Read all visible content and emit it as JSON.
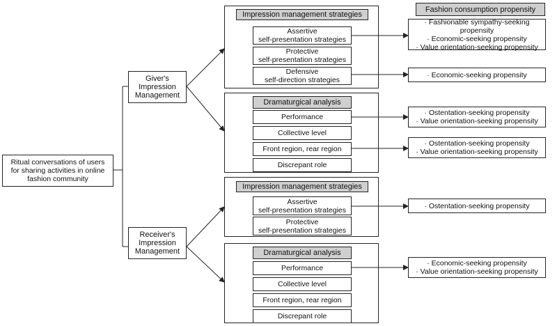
{
  "root": {
    "label": "Ritual conversations of users\nfor sharing activities in online\nfashion community"
  },
  "givers": {
    "label": "Giver's\nImpression\nManagement"
  },
  "receivers": {
    "label": "Receiver's\nImpression\nManagement"
  },
  "fashion_header": "Fashion consumption propensity",
  "g1": {
    "header": "Impression management strategies",
    "items": [
      "Assertive\nself-presentation strategies",
      "Protective\nself-presentation strategies",
      "Defensive\nself-direction strategies"
    ]
  },
  "g2": {
    "header": "Dramaturgical analysis",
    "items": [
      "Performance",
      "Collective level",
      "Front region, rear region",
      "Discrepant role"
    ]
  },
  "r1": {
    "header": "Impression management strategies",
    "items": [
      "Assertive\nself-presentation strategies",
      "Protective\nself-presentation strategies"
    ]
  },
  "r2": {
    "header": "Dramaturgical analysis",
    "items": [
      "Performance",
      "Collective level",
      "Front region, rear region",
      "Discrepant role"
    ]
  },
  "outcomes": [
    [
      "· Fashionable sympathy-seeking propensity",
      "· Economic-seeking propensity",
      "· Value orientation-seeking propensity"
    ],
    [
      "· Economic-seeking propensity"
    ],
    [
      "· Ostentation-seeking propensity",
      "· Value orientation-seeking propensity"
    ],
    [
      "· Ostentation-seeking propensity",
      "· Value orientation-seeking propensity"
    ],
    [
      "· Ostentation-seeking propensity"
    ],
    [
      "· Economic-seeking propensity",
      "· Value orientation-seeking propensity"
    ]
  ]
}
